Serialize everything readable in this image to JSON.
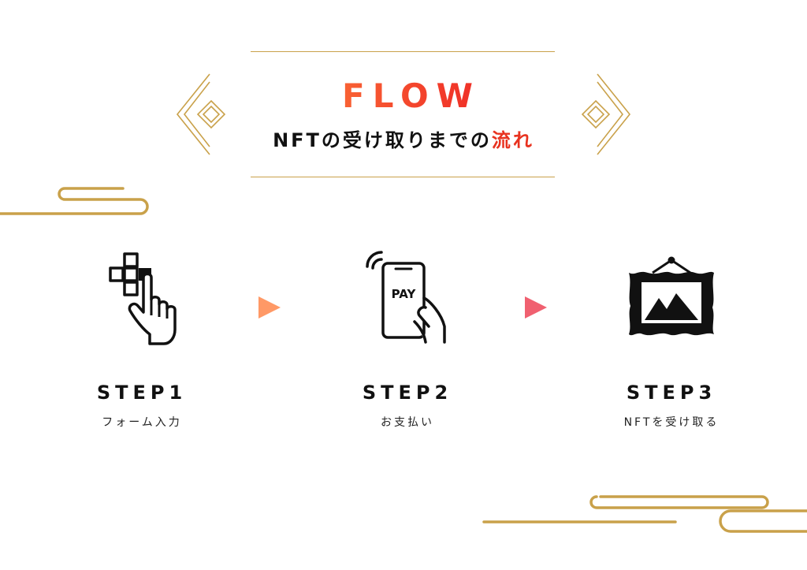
{
  "header": {
    "title": "FLOW",
    "subtitle_main": "NFTの受け取りまでの",
    "subtitle_accent": "流れ"
  },
  "steps": [
    {
      "label": "STEP1",
      "desc": "フォーム入力",
      "icon": "hand-pointer-icon"
    },
    {
      "label": "STEP2",
      "desc": "お支払い",
      "icon": "phone-pay-icon",
      "icon_text": "PAY"
    },
    {
      "label": "STEP3",
      "desc": "NFTを受け取る",
      "icon": "framed-picture-icon"
    }
  ],
  "colors": {
    "gold": "#c9a14a",
    "accent_red": "#e8321f",
    "arrow_orange": "#ff9966",
    "arrow_pink": "#f06070",
    "title_gradient": [
      "#ff8a3d",
      "#e6141e"
    ]
  }
}
